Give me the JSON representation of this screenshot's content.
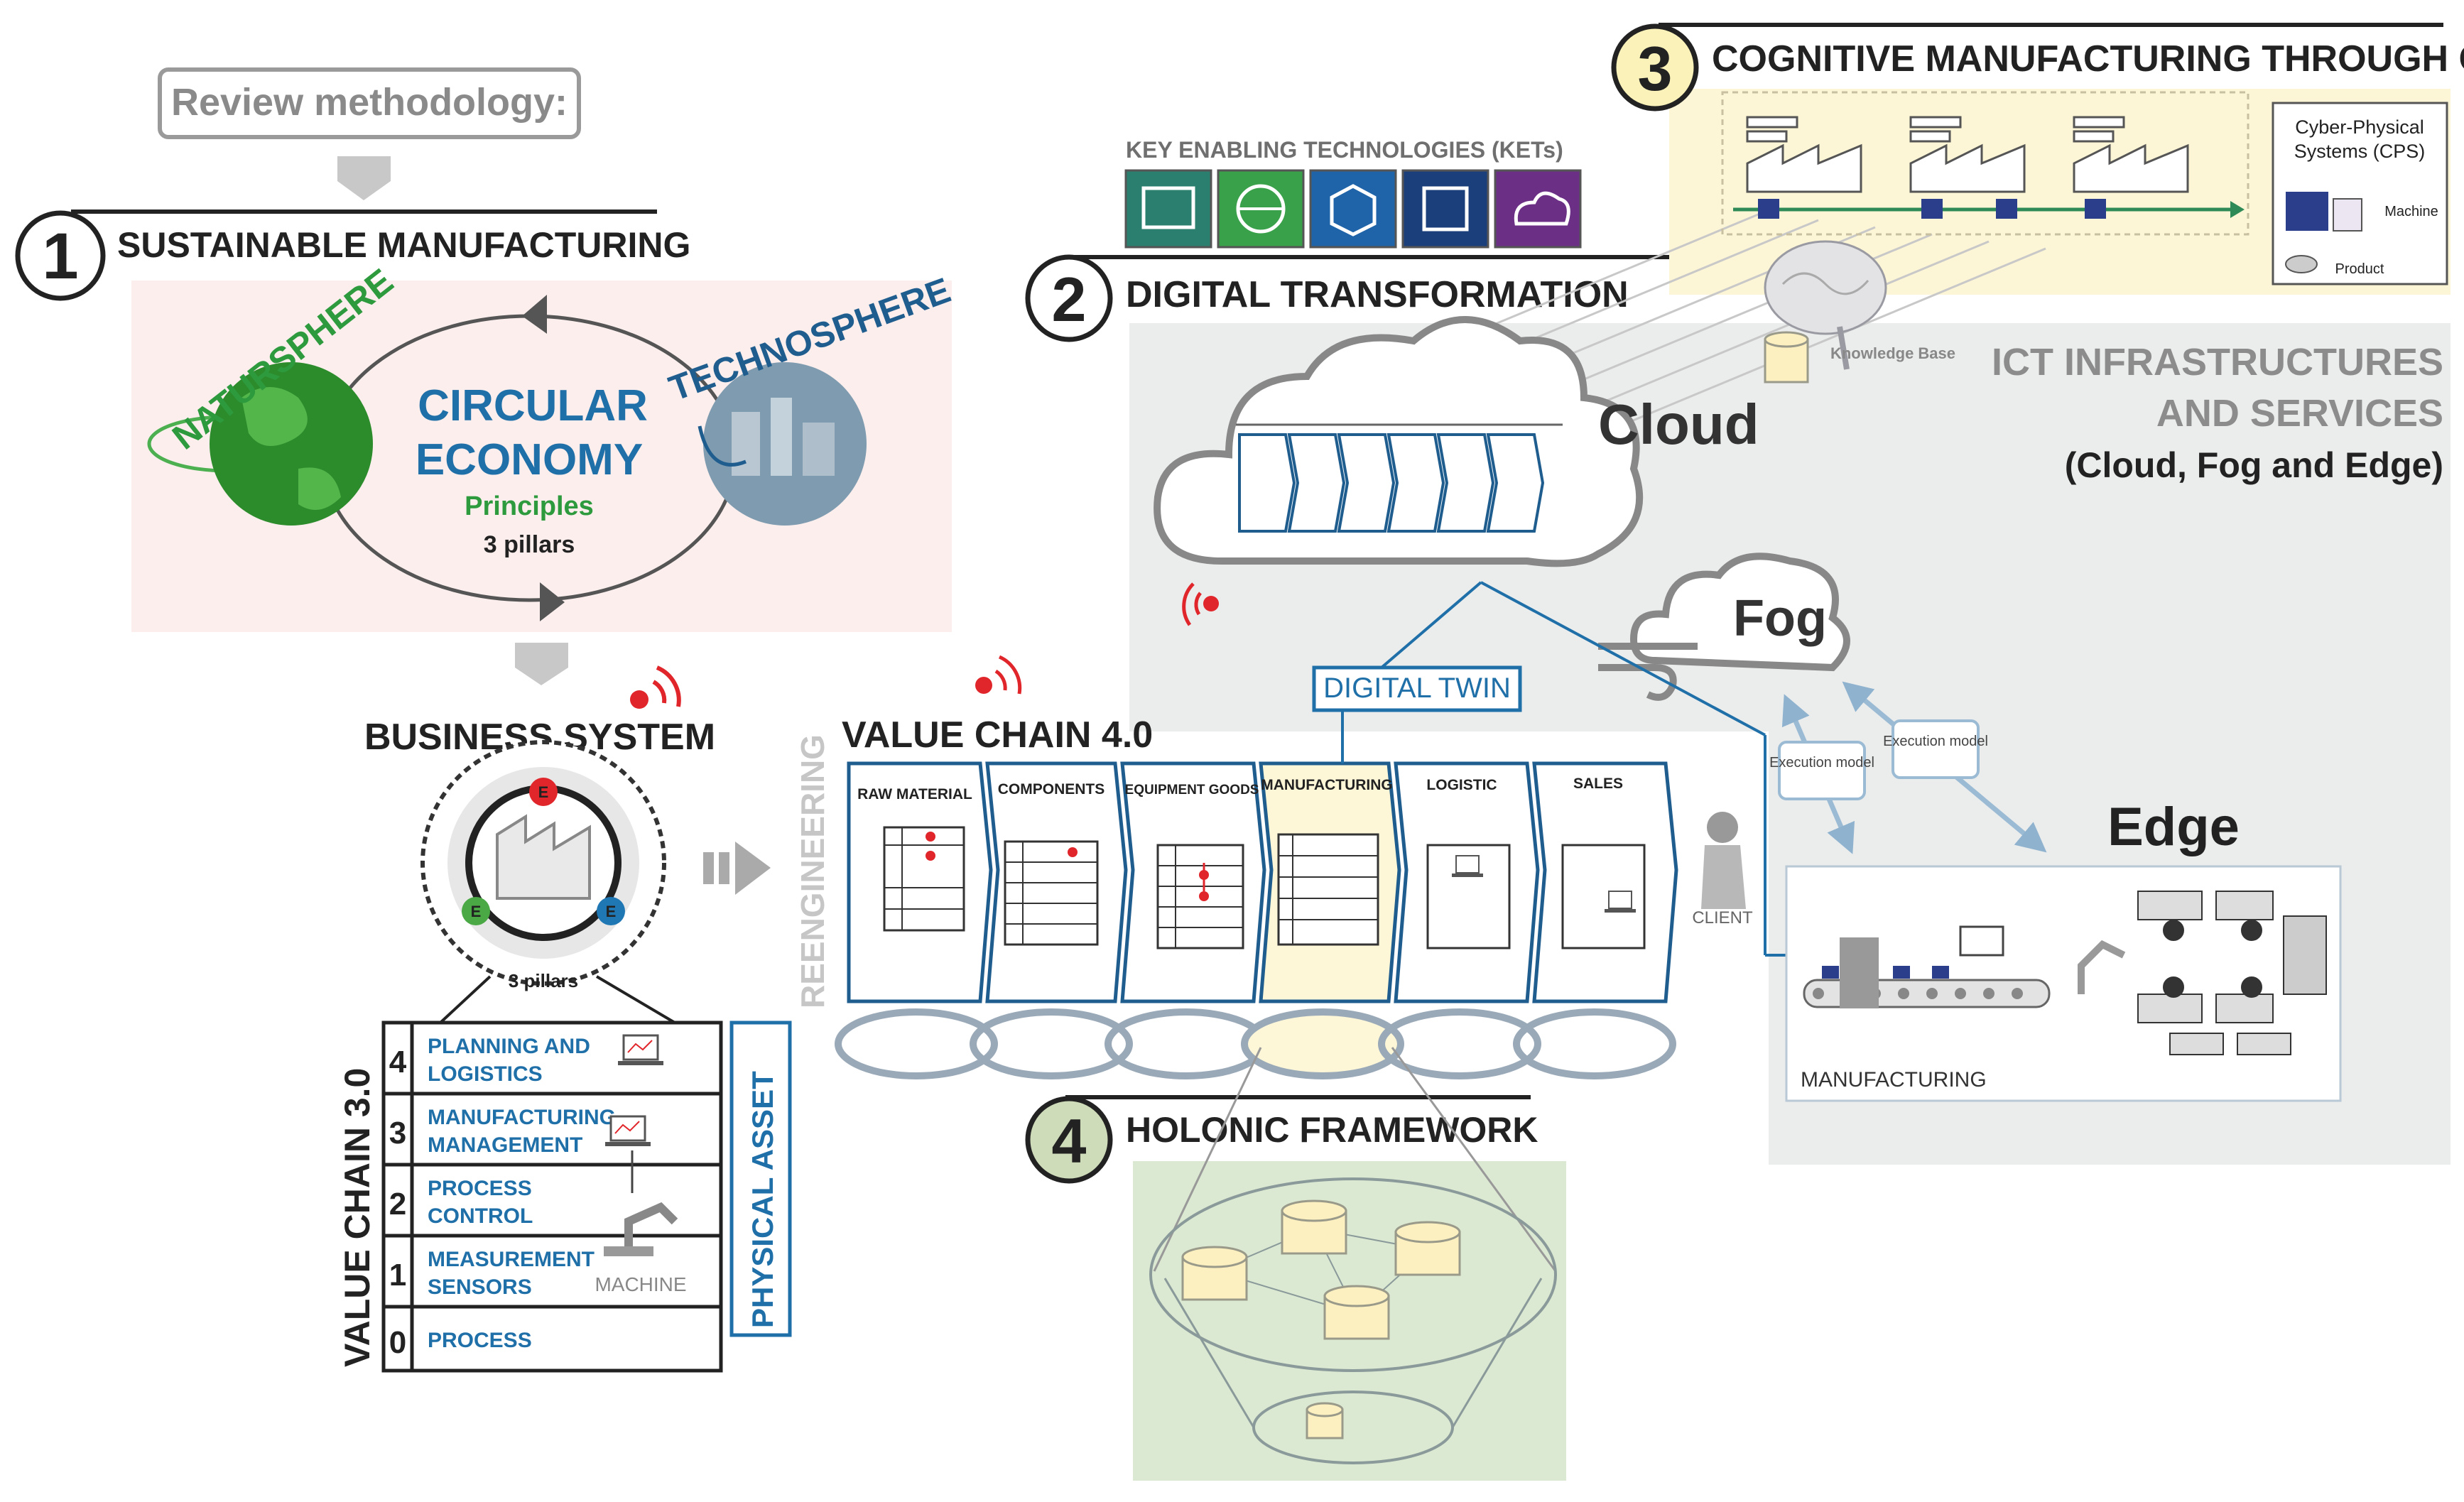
{
  "review": {
    "label": "Review methodology:"
  },
  "section1": {
    "number": "1",
    "title": "SUSTAINABLE MANUFACTURING"
  },
  "circular": {
    "naturesphere": "NATURSPHERE",
    "technosphere": "TECHNOSPHERE",
    "line1": "CIRCULAR",
    "line2": "ECONOMY",
    "principles": "Principles",
    "pillars": "3 pillars"
  },
  "business": {
    "title": "BUSINESS SYSTEM",
    "pillars": "3 pillars",
    "badges": [
      "E",
      "E",
      "E"
    ]
  },
  "vc30": {
    "title": "VALUE CHAIN 3.0",
    "physical_asset": "PHYSICAL ASSET",
    "machine": "MACHINE",
    "levels": [
      {
        "num": "4",
        "line1": "PLANNING AND",
        "line2": "LOGISTICS"
      },
      {
        "num": "3",
        "line1": "MANUFACTURING",
        "line2": "MANAGEMENT"
      },
      {
        "num": "2",
        "line1": "PROCESS",
        "line2": "CONTROL"
      },
      {
        "num": "1",
        "line1": "MEASUREMENT",
        "line2": "SENSORS"
      },
      {
        "num": "0",
        "line1": "PROCESS",
        "line2": ""
      }
    ]
  },
  "reengineering": "REENGINEERING",
  "vc40": {
    "title": "VALUE CHAIN 4.0",
    "stages": [
      "RAW MATERIAL",
      "COMPONENTS",
      "EQUIPMENT GOODS",
      "MANUFACTURING",
      "LOGISTIC",
      "SALES"
    ],
    "client": "CLIENT"
  },
  "ket": {
    "title": "KEY ENABLING TECHNOLOGIES (KETs)"
  },
  "section2": {
    "number": "2",
    "title": "DIGITAL TRANSFORMATION"
  },
  "ict": {
    "line1": "ICT INFRASTRUCTURES",
    "line2": "AND SERVICES",
    "line3": "(Cloud, Fog and Edge)"
  },
  "cloud": "Cloud",
  "fog": "Fog",
  "edge": "Edge",
  "digital_twin": "DIGITAL TWIN",
  "execution_model": "Execution model",
  "manufacturing_label": "MANUFACTURING",
  "knowledge_base": "Knowledge Base",
  "section3": {
    "number": "3",
    "title": "COGNITIVE MANUFACTURING THROUGH CPS"
  },
  "cps": {
    "title_line1": "Cyber-Physical",
    "title_line2": "Systems (CPS)",
    "machine": "Machine",
    "product": "Product"
  },
  "section4": {
    "number": "4",
    "title": "HOLONIC FRAMEWORK"
  },
  "colors": {
    "green": "#2e9a3e",
    "blue": "#1f77b4",
    "light_pink": "#fbeeec",
    "light_gray": "#eceded",
    "light_yellow": "#fdf7d8",
    "light_green": "#dbe9d1",
    "red": "#e0262b",
    "ket_teal": "#2a7f6e",
    "ket_green": "#3aa14b",
    "ket_blue": "#1f63a8",
    "ket_navy": "#1b3f7a",
    "ket_purple": "#6b2f86"
  }
}
